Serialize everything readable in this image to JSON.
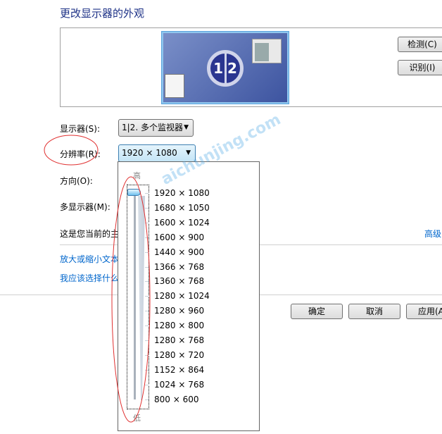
{
  "title": "更改显示器的外观",
  "monitor_badge": {
    "left": "1",
    "right": "2"
  },
  "buttons": {
    "detect": "检测(C)",
    "identify": "识别(I)",
    "ok": "确定",
    "cancel": "取消",
    "apply": "应用(A"
  },
  "fields": {
    "display_label": "显示器(S):",
    "display_value": "1|2. 多个监视器",
    "resolution_label": "分辨率(R):",
    "resolution_value": "1920 × 1080",
    "orientation_label": "方向(O):",
    "multi_label": "多显示器(M):",
    "primary_text": "这是您当前的主"
  },
  "links": {
    "advanced": "高级",
    "enlarge": "放大或缩小文本",
    "which": "我应该选择什么"
  },
  "popup": {
    "high": "高",
    "low": "低",
    "selected_index": 0,
    "options": [
      "1920 × 1080",
      "1680 × 1050",
      "1600 × 1024",
      "1600 × 900",
      "1440 × 900",
      "1366 × 768",
      "1360 × 768",
      "1280 × 1024",
      "1280 × 960",
      "1280 × 800",
      "1280 × 768",
      "1280 × 720",
      "1152 × 864",
      "1024 × 768",
      "800 × 600"
    ]
  },
  "watermark": "aichunjing.com",
  "colors": {
    "title": "#1e3287",
    "link": "#0066cc",
    "annotation": "#e03030"
  }
}
